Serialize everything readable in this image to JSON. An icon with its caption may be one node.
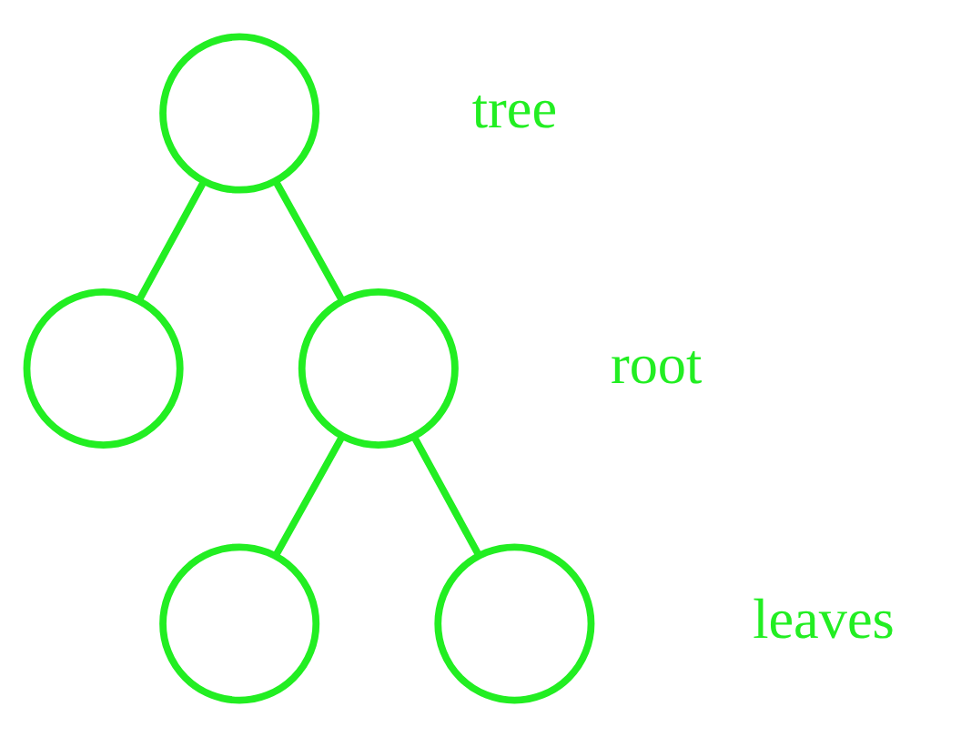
{
  "diagram": {
    "nodes": [
      {
        "text": [],
        "shape": "circle"
      },
      {
        "text": [],
        "shape": "circle"
      },
      {
        "text": [],
        "shape": "circle"
      },
      {
        "text": [],
        "shape": "circle"
      },
      {
        "text": [],
        "shape": "circle"
      }
    ],
    "edges": [
      {
        "from": 0,
        "to": 1,
        "arrow": "none"
      },
      {
        "from": 0,
        "to": 2,
        "arrow": "none"
      },
      {
        "from": 2,
        "to": 3,
        "arrow": "none"
      },
      {
        "from": 2,
        "to": 4,
        "arrow": "none"
      }
    ],
    "labels": [
      "tree",
      "root",
      "leaves"
    ]
  }
}
